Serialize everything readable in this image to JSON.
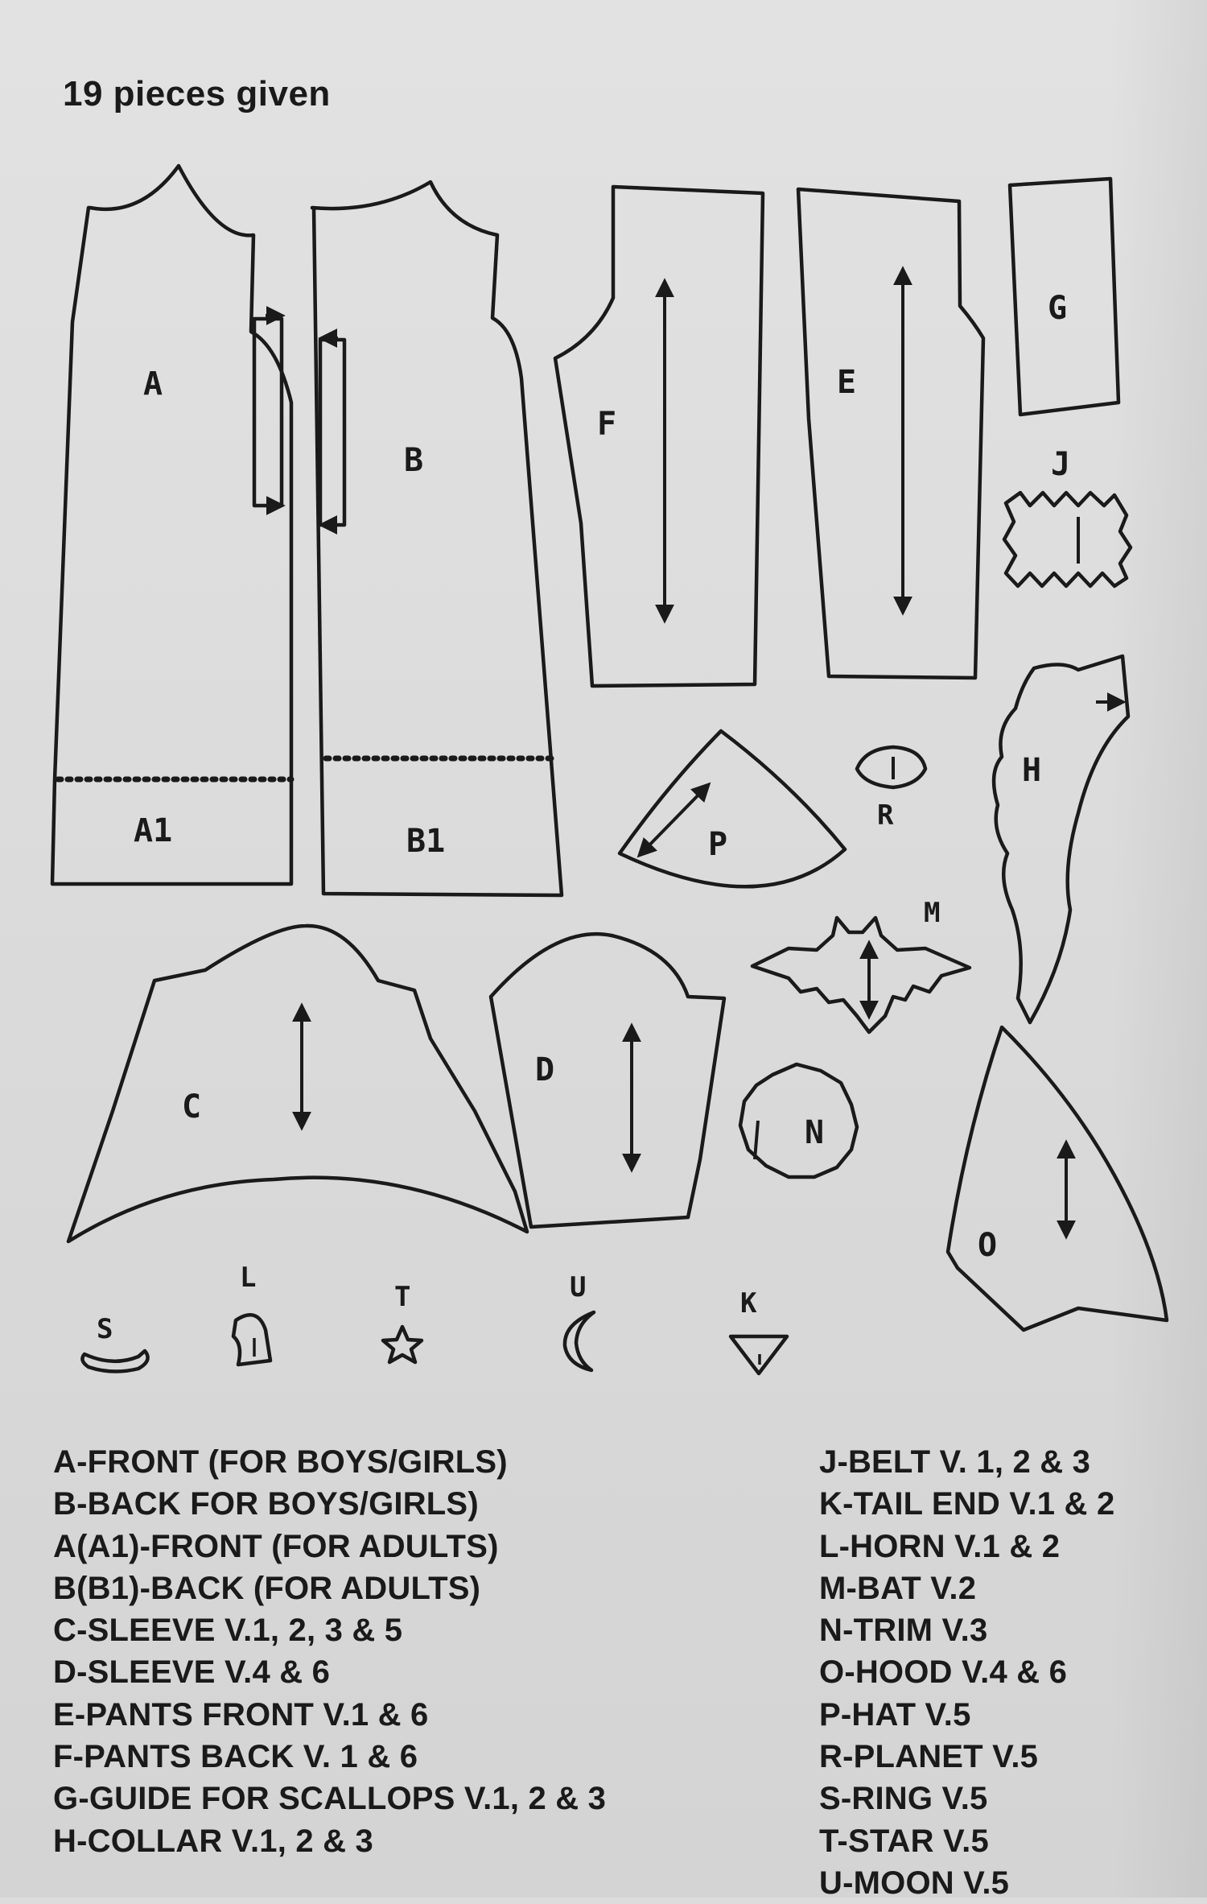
{
  "header": {
    "title": "19 pieces given"
  },
  "pieces": {
    "A": "A",
    "A1": "A1",
    "B": "B",
    "B1": "B1",
    "C": "C",
    "D": "D",
    "E": "E",
    "F": "F",
    "G": "G",
    "H": "H",
    "J": "J",
    "K": "K",
    "L": "L",
    "M": "M",
    "N": "N",
    "O": "O",
    "P": "P",
    "R": "R",
    "S": "S",
    "T": "T",
    "U": "U"
  },
  "legend": {
    "left": [
      "A-FRONT (FOR BOYS/GIRLS)",
      "B-BACK FOR BOYS/GIRLS)",
      "A(A1)-FRONT (FOR ADULTS)",
      "B(B1)-BACK (FOR ADULTS)",
      "C-SLEEVE V.1, 2, 3 & 5",
      "D-SLEEVE V.4 & 6",
      "E-PANTS FRONT V.1 & 6",
      "F-PANTS BACK V. 1 & 6",
      "G-GUIDE FOR SCALLOPS V.1, 2 & 3",
      "H-COLLAR V.1, 2 & 3"
    ],
    "right": [
      "J-BELT V. 1, 2 & 3",
      "K-TAIL END V.1 & 2",
      "L-HORN V.1 & 2",
      "M-BAT V.2",
      "N-TRIM V.3",
      "O-HOOD V.4 & 6",
      "P-HAT V.5",
      "R-PLANET V.5",
      "S-RING V.5",
      "T-STAR V.5",
      "U-MOON V.5"
    ]
  }
}
